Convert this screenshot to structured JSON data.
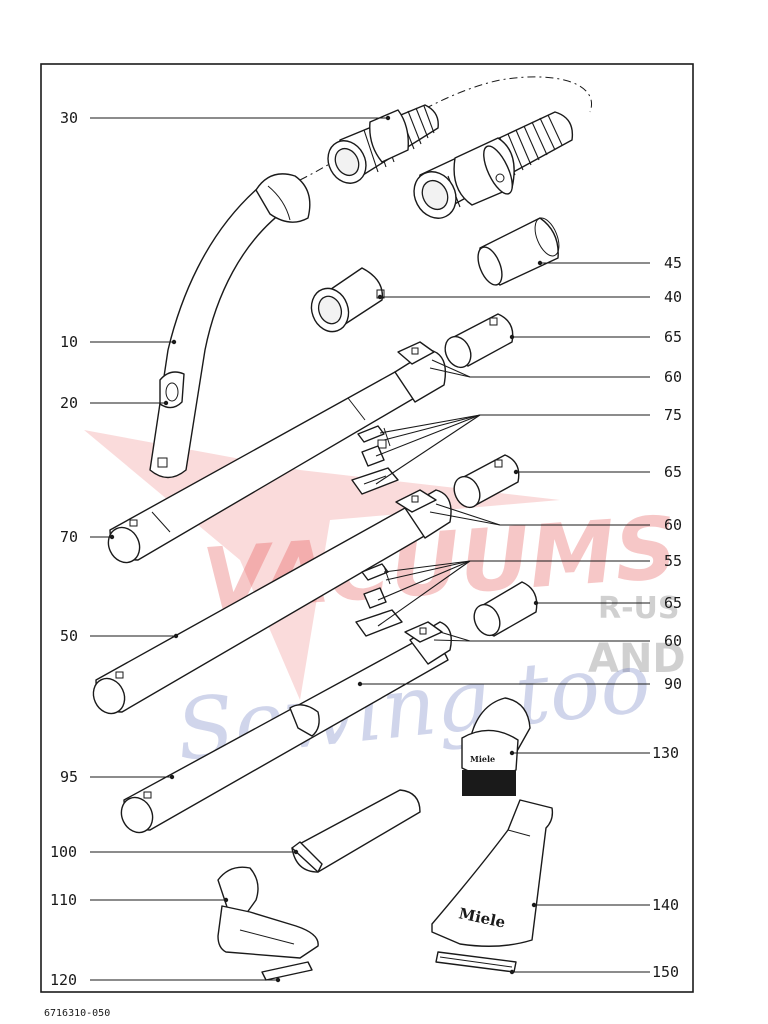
{
  "document": {
    "doc_number": "6716310-050"
  },
  "callouts": {
    "c30": "30",
    "c45": "45",
    "c40": "40",
    "c10": "10",
    "c65a": "65",
    "c60a": "60",
    "c20": "20",
    "c75": "75",
    "c65b": "65",
    "c70": "70",
    "c60b": "60",
    "c55": "55",
    "c65c": "65",
    "c50": "50",
    "c60c": "60",
    "c90": "90",
    "c130": "130",
    "c95": "95",
    "c100": "100",
    "c140": "140",
    "c110": "110",
    "c120": "120",
    "c150": "150"
  },
  "brand_marks": {
    "dusting_brush": "Miele",
    "upholstery_tool": "Miele"
  },
  "watermark": {
    "line1": "VACUUMS",
    "line1_suffix": "R-US",
    "line2": "AND",
    "line3": "Sewing too",
    "colors": {
      "red": "#e23a3a",
      "grey": "#7a7a7a",
      "blue": "#5b6bb8"
    }
  }
}
